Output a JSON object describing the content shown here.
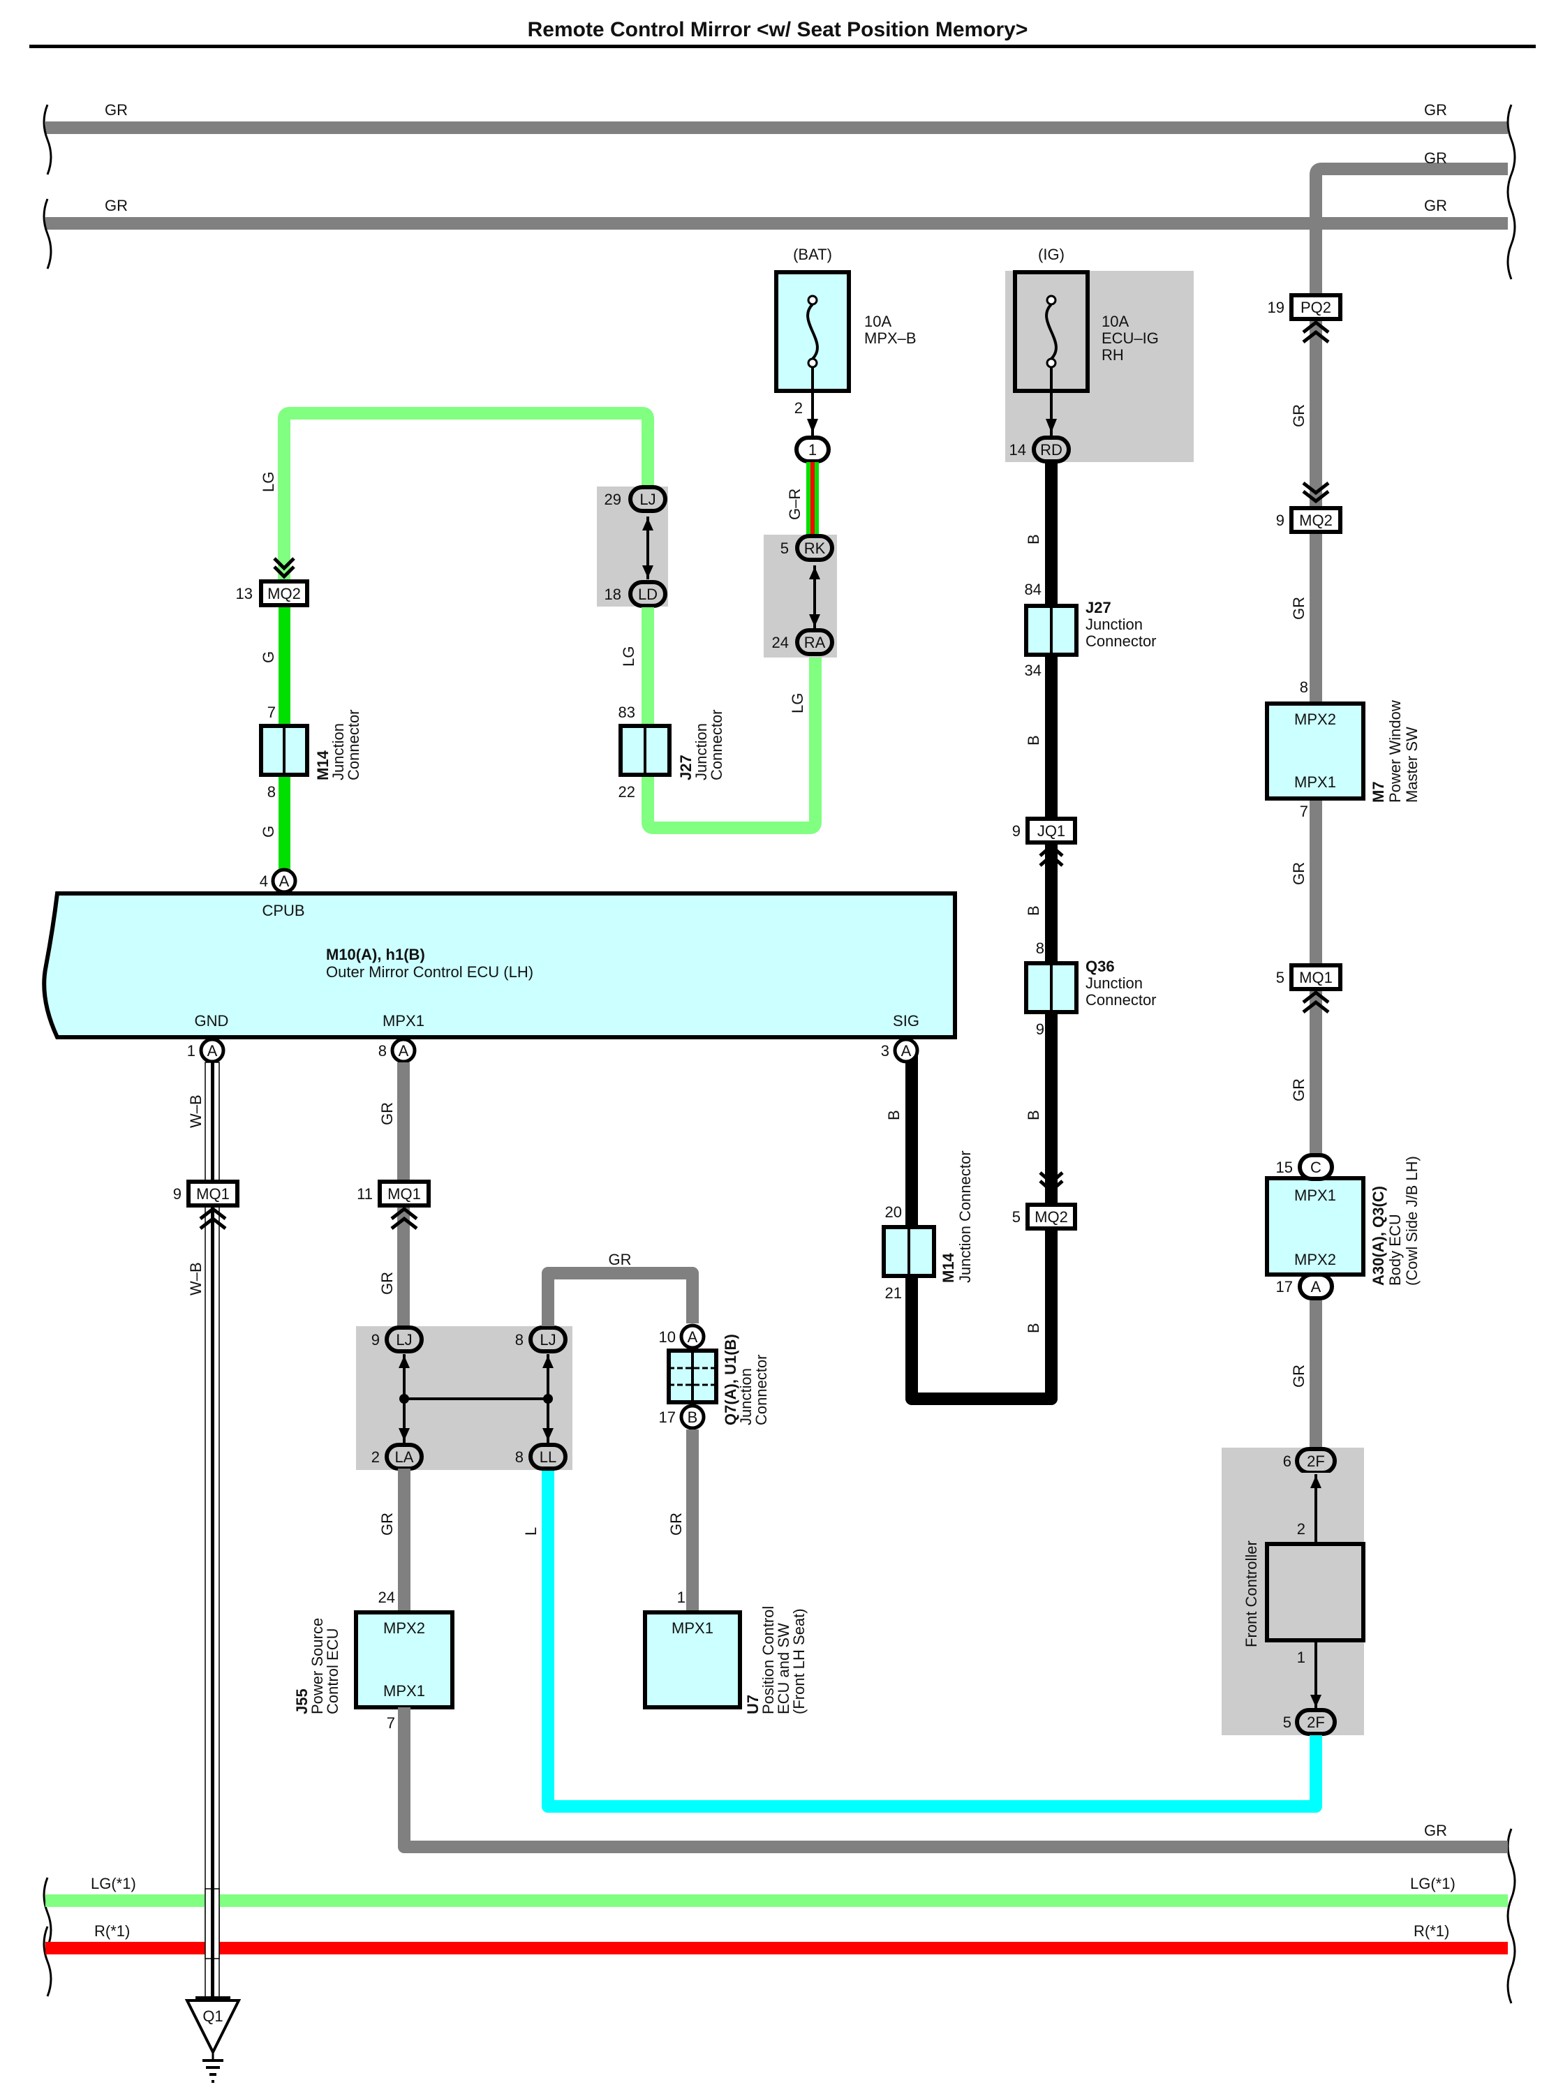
{
  "title": "Remote Control Mirror <w/ Seat Position Memory>",
  "colors": {
    "GR": "#808080",
    "LG": "#80ff80",
    "G": "#00e000",
    "B": "#000000",
    "L": "#00ffff",
    "R": "#ff0000",
    "W": "#ffffff",
    "component_fill": "#ccffff",
    "shade": "#cccccc"
  },
  "buses": {
    "top1": {
      "left": "GR",
      "right": "GR"
    },
    "top2": {
      "right": "GR"
    },
    "top3": {
      "left": "GR",
      "right": "GR"
    },
    "bottom_gr": {
      "right": "GR"
    },
    "lg": {
      "left": "LG(*1)",
      "right": "LG(*1)"
    },
    "r": {
      "left": "R(*1)",
      "right": "R(*1)"
    }
  },
  "fuses": {
    "bat": {
      "source": "(BAT)",
      "rating": "10A",
      "name": "MPX–B",
      "pin": "2",
      "conn_pin": "1"
    },
    "ig": {
      "source": "(IG)",
      "rating": "10A",
      "name": "ECU–IG",
      "name2": "RH",
      "pin": "14",
      "conn": "RD"
    }
  },
  "wires": {
    "lg": "LG",
    "g": "G",
    "gr_label": "GR",
    "b": "B",
    "l": "L",
    "wb": "W–B",
    "g_r": "G–R"
  },
  "connectors": {
    "mq2_13": {
      "pin": "13",
      "code": "MQ2"
    },
    "lj_29": {
      "pin": "29",
      "code": "LJ"
    },
    "ld_18": {
      "pin": "18",
      "code": "LD"
    },
    "rk_5": {
      "pin": "5",
      "code": "RK"
    },
    "ra_24": {
      "pin": "24",
      "code": "RA"
    },
    "jq1_9": {
      "pin": "9",
      "code": "JQ1"
    },
    "mq2_5": {
      "pin": "5",
      "code": "MQ2"
    },
    "pq2_19": {
      "pin": "19",
      "code": "PQ2"
    },
    "mq2_9": {
      "pin": "9",
      "code": "MQ2"
    },
    "mq1_5": {
      "pin": "5",
      "code": "MQ1"
    },
    "mq1_9": {
      "pin": "9",
      "code": "MQ1"
    },
    "mq1_11": {
      "pin": "11",
      "code": "MQ1"
    },
    "lj_9": {
      "pin": "9",
      "code": "LJ"
    },
    "lj_8": {
      "pin": "8",
      "code": "LJ"
    },
    "la_2": {
      "pin": "2",
      "code": "LA"
    },
    "ll_8": {
      "pin": "8",
      "code": "LL"
    },
    "2f_6": {
      "pin": "6",
      "code": "2F"
    },
    "2f_5": {
      "pin": "5",
      "code": "2F"
    }
  },
  "junctions": {
    "m14_top": {
      "id": "M14",
      "desc1": "Junction",
      "desc2": "Connector",
      "pin_in": "7",
      "pin_out": "8"
    },
    "j27_left": {
      "id": "J27",
      "desc1": "Junction",
      "desc2": "Connector",
      "pin_in": "83",
      "pin_out": "22"
    },
    "j27_right": {
      "id": "J27",
      "desc1": "Junction",
      "desc2": "Connector",
      "pin_in": "84",
      "pin_out": "34"
    },
    "q36": {
      "id": "Q36",
      "desc1": "Junction",
      "desc2": "Connector",
      "pin_in": "8",
      "pin_out": "9"
    },
    "m14_bot": {
      "id": "M14",
      "desc": "Junction Connector",
      "pin_in": "20",
      "pin_out": "21"
    },
    "q7u1": {
      "id": "Q7(A), U1(B)",
      "desc1": "Junction",
      "desc2": "Connector",
      "pin_in": "10",
      "pin_in_code": "A",
      "pin_out": "17",
      "pin_out_code": "B"
    }
  },
  "ecu": {
    "id": "M10(A), h1(B)",
    "name": "Outer Mirror Control ECU (LH)",
    "cpub_label": "CPUB",
    "cpub_pin": "4",
    "cpub_code": "A",
    "gnd_label": "GND",
    "gnd_pin": "1",
    "gnd_code": "A",
    "mpx1_label": "MPX1",
    "mpx1_pin": "8",
    "mpx1_code": "A",
    "sig_label": "SIG",
    "sig_pin": "3",
    "sig_code": "A"
  },
  "components": {
    "m7": {
      "id": "M7",
      "name1": "Power Window",
      "name2": "Master SW",
      "top": "MPX2",
      "bottom": "MPX1",
      "pin_top": "8",
      "pin_bottom": "7"
    },
    "a30": {
      "id": "A30(A), Q3(C)",
      "name1": "Body ECU",
      "name2": "(Cowl Side J/B LH)",
      "top": "MPX1",
      "bottom": "MPX2",
      "pin_top": "15",
      "pin_top_code": "C",
      "pin_bottom": "17",
      "pin_bottom_code": "A"
    },
    "front_ctrl": {
      "name": "Front Controller",
      "pin_top": "2",
      "pin_bottom": "1"
    },
    "j55": {
      "id": "J55",
      "name1": "Power Source",
      "name2": "Control ECU",
      "top": "MPX2",
      "bottom": "MPX1",
      "pin_top": "24",
      "pin_bottom": "7"
    },
    "u7": {
      "id": "U7",
      "name1": "Position Control",
      "name2": "ECU and SW",
      "name3": "(Front LH Seat)",
      "top": "MPX1",
      "pin_top": "1"
    }
  },
  "ground": {
    "code": "Q1"
  }
}
